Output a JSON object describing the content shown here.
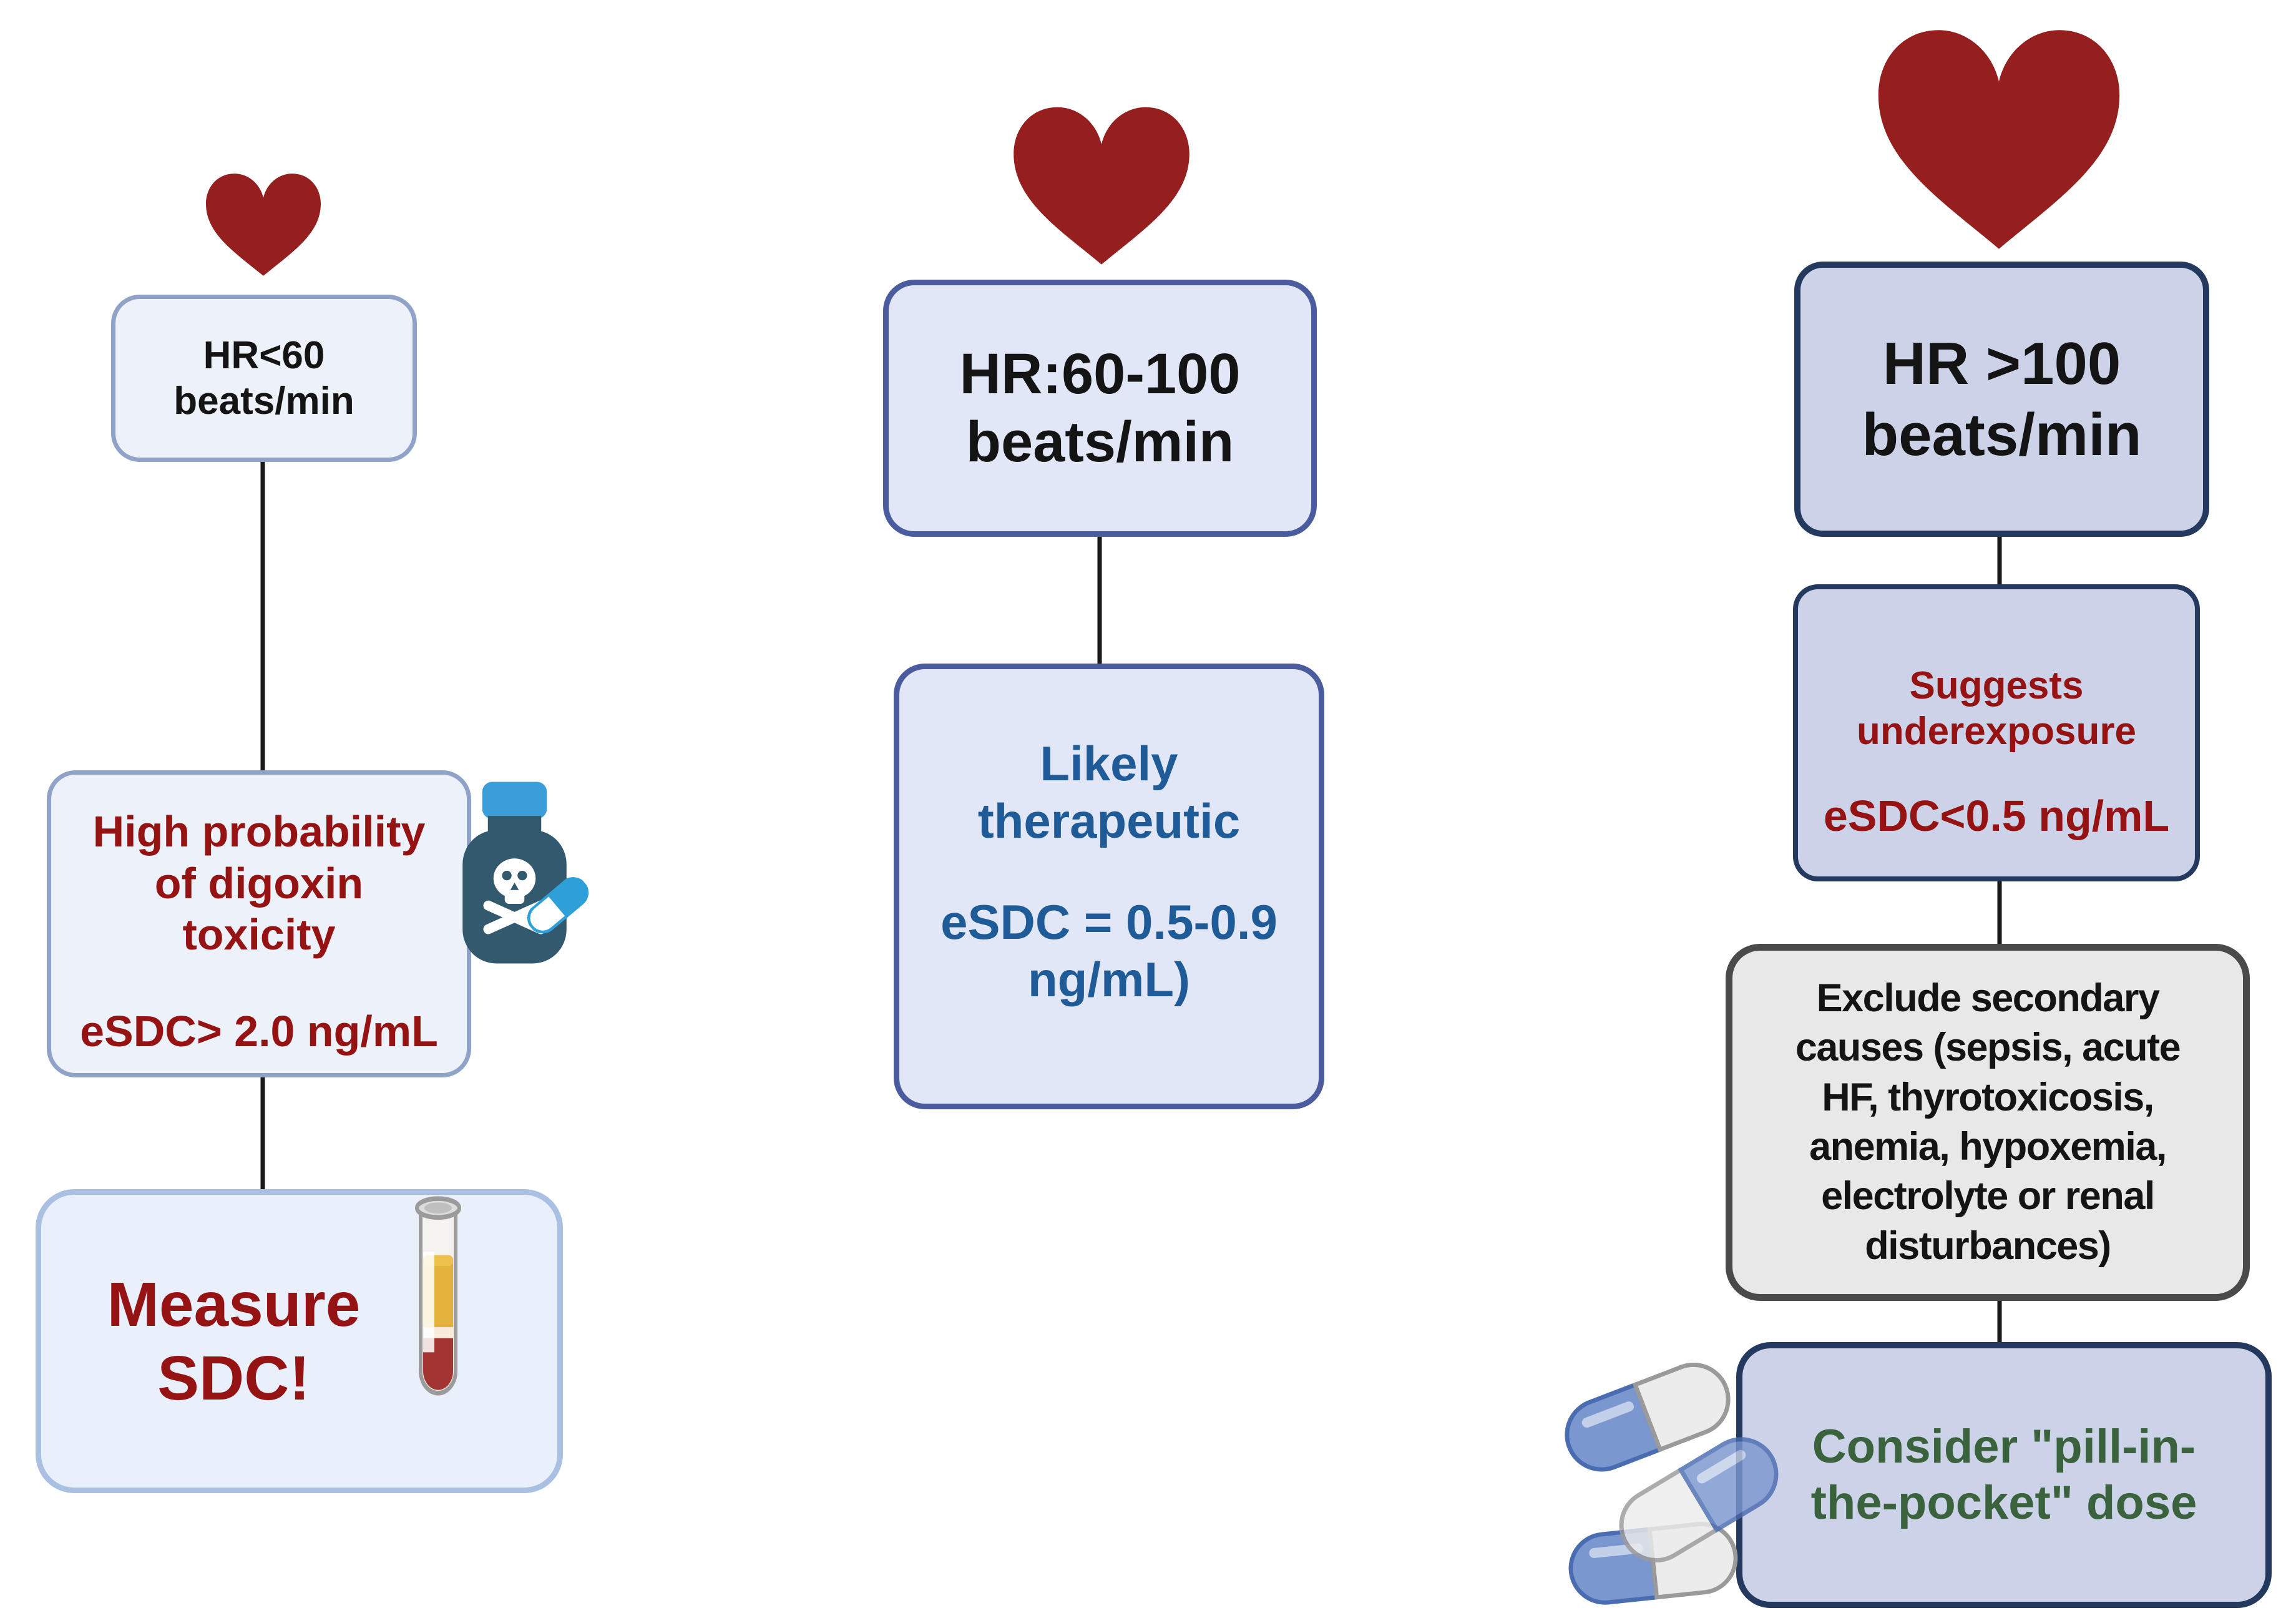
{
  "columns": {
    "bradycardia": {
      "hr": [
        "HR<60",
        "beats/min"
      ],
      "probability": [
        "High probability",
        "of digoxin",
        "toxicity"
      ],
      "esdc": "eSDC> 2.0 ng/mL",
      "action": [
        "Measure",
        "SDC!"
      ]
    },
    "normocardia": {
      "hr": [
        "HR:60-100",
        "beats/min"
      ],
      "status": [
        "Likely",
        "therapeutic"
      ],
      "esdc": [
        "eSDC = 0.5-0.9",
        "ng/mL)"
      ]
    },
    "tachycardia": {
      "hr": [
        "HR >100",
        "beats/min"
      ],
      "status": [
        "Suggests",
        "underexposure"
      ],
      "esdc": "eSDC<0.5 ng/mL",
      "exclude": [
        "Exclude secondary",
        "causes (sepsis, acute",
        "HF, thyrotoxicosis,",
        "anemia, hypoxemia,",
        "electrolyte or renal",
        "disturbances)"
      ],
      "action": [
        "Consider \"pill-in-",
        "the-pocket\" dose"
      ]
    }
  },
  "icons": {
    "heart": "heart-icon",
    "poison_bottle": "poison-bottle-skull-icon",
    "pill": "pill-capsule-icon",
    "test_tube": "blood-test-tube-icon",
    "capsules": "pill-capsules-icon"
  },
  "colors": {
    "heart_red": "#951e1e",
    "dark_red_text": "#951313",
    "blue_text": "#1e5b97",
    "green_text": "#3a623c",
    "black_text": "#141414",
    "light_box_fill": "#edf1f9",
    "light_box_border": "#8fa2c8",
    "light_box2_fill": "#e9f0fb",
    "light_box2_border": "#a9c0e2",
    "periwinkle_box_fill": "#e2e7f8",
    "periwinkle_box_border": "#4a5c9e",
    "lavender_box_fill": "#ccd3e8",
    "navy_box_border": "#24395e",
    "grey_box_fill": "#e8e8e8",
    "grey_box_border": "#4a4a4a",
    "connector_black": "#1a1a1a",
    "bottle_cap_blue": "#3b9ed8",
    "bottle_body_teal": "#33596f",
    "capsule_blue": "#7b97cf",
    "capsule_white": "#ececec"
  }
}
